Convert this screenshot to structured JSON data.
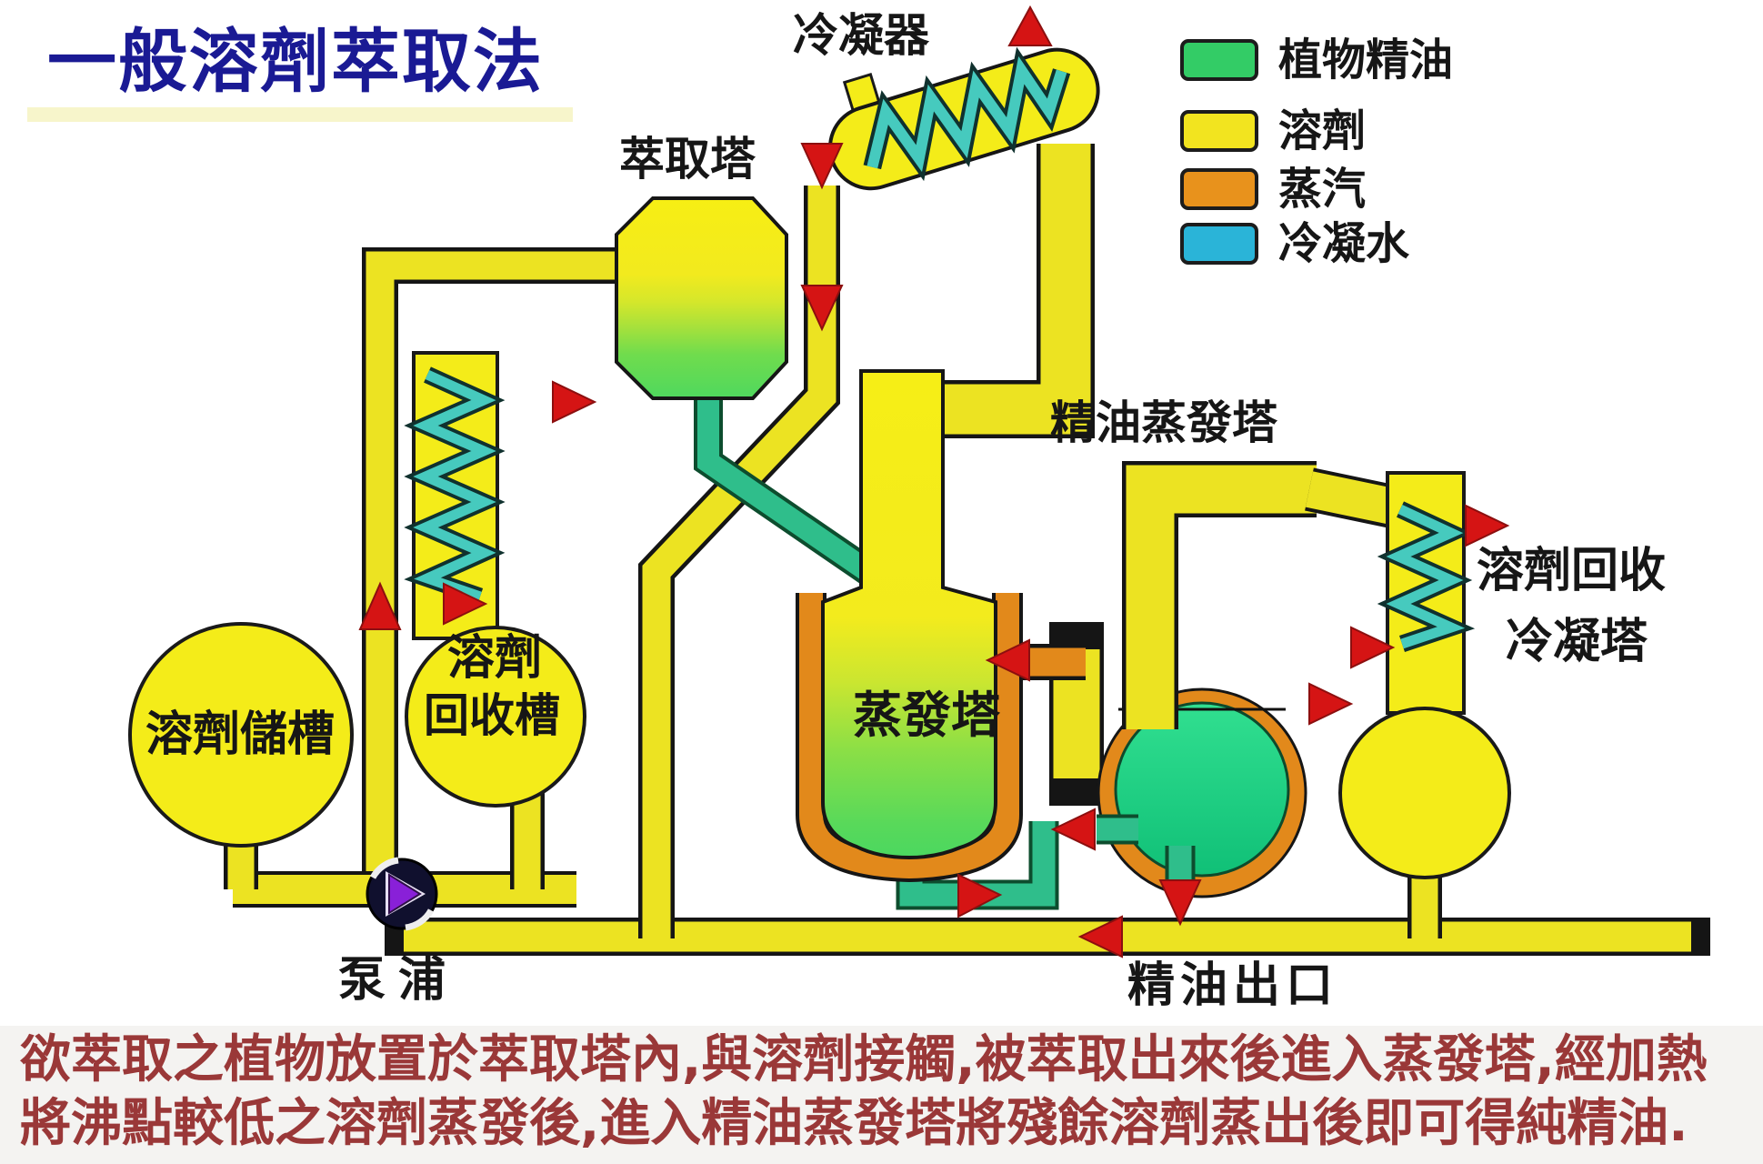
{
  "title": {
    "text": "一般溶劑萃取法",
    "color": "#1a1a94"
  },
  "legend": {
    "items": [
      {
        "label": "植物精油",
        "color": "#33cc66"
      },
      {
        "label": "溶劑",
        "color": "#f2e41f"
      },
      {
        "label": "蒸汽",
        "color": "#e8921c"
      },
      {
        "label": "冷凝水",
        "color": "#2ab4d8"
      }
    ]
  },
  "equipment_labels": {
    "condenser": "冷凝器",
    "extraction_tower": "萃取塔",
    "evaporation_tower": "蒸發塔",
    "oil_evaporation_tower": "精油蒸發塔",
    "recovery_condensing_tower_line1": "溶劑回收",
    "recovery_condensing_tower_line2": "冷凝塔",
    "solvent_storage_tank": "溶劑儲槽",
    "solvent_recovery_tank_line1": "溶劑",
    "solvent_recovery_tank_line2": "回收槽",
    "pump": "泵浦",
    "oil_outlet": "精油出口"
  },
  "description": {
    "line1": "欲萃取之植物放置於萃取塔內,與溶劑接觸,被萃取出來後進入蒸發塔,經加熱",
    "line2": "將沸點較低之溶劑蒸發後,進入精油蒸發塔將殘餘溶劑蒸出後即可得純精油.",
    "color": "#9a3838"
  },
  "flow_colors": {
    "solvent_pipe": "#ece322",
    "vessel_yellow": "#f4ec19",
    "mixture_pipe": "#2fbe8b",
    "steam_orange": "#e2891b",
    "coil_cyan": "#46cabe",
    "arrow_red": "#d51414",
    "pump_rotor_purple": "#8920d8"
  }
}
